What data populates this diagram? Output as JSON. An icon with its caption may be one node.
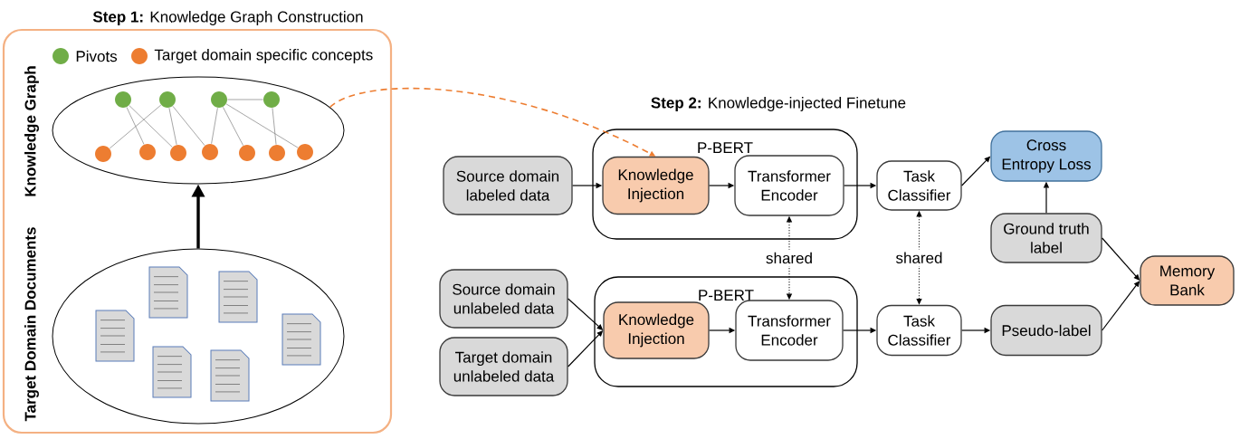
{
  "diagram": {
    "nodes": [
      {
        "text": [
          "**Step 1:** Knowledge Graph Construction"
        ]
      },
      {
        "text": [],
        "shape": "ellipse",
        "in": 0,
        "beside": [
          "Knowledge Graph"
        ]
      },
      {
        "text": [],
        "shape": "circle",
        "in": 1
      },
      {
        "text": [],
        "shape": "circle",
        "in": 1
      },
      {
        "text": [],
        "shape": "circle",
        "in": 1
      },
      {
        "text": [],
        "shape": "circle",
        "in": 1
      },
      {
        "text": [],
        "shape": "circle",
        "in": 1
      },
      {
        "text": [],
        "shape": "circle",
        "in": 1
      },
      {
        "text": [],
        "shape": "circle",
        "in": 1
      },
      {
        "text": [],
        "shape": "circle",
        "in": 1
      },
      {
        "text": [],
        "shape": "circle",
        "in": 1
      },
      {
        "text": [],
        "shape": "circle",
        "in": 1
      },
      {
        "text": [],
        "shape": "circle",
        "in": 1
      },
      {
        "text": [],
        "shape": "ellipse",
        "in": 0,
        "beside": [
          "Target Domain Documents"
        ]
      },
      {
        "text": [
          "Source domain labeled data"
        ]
      },
      {
        "text": [
          "P-BERT"
        ]
      },
      {
        "text": [
          "Knowledge Injection"
        ],
        "in": 15
      },
      {
        "text": [
          "Transformer Encoder"
        ],
        "in": 15
      },
      {
        "text": [
          "Task Classifier"
        ]
      },
      {
        "text": [
          "Cross Entropy Loss"
        ]
      },
      {
        "text": [
          "Ground truth label"
        ]
      },
      {
        "text": [
          "Memory Bank"
        ]
      },
      {
        "text": [
          "Source domain unlabeled data"
        ]
      },
      {
        "text": [
          "Target domain unlabeled data"
        ]
      },
      {
        "text": [
          "P-BERT"
        ]
      },
      {
        "text": [
          "Knowledge Injection"
        ],
        "in": 24
      },
      {
        "text": [
          "Transformer Encoder"
        ],
        "in": 24
      },
      {
        "text": [
          "Task Classifier"
        ]
      },
      {
        "text": [
          "Pseudo-label"
        ]
      }
    ],
    "edges": [
      {
        "from": 2,
        "to": 7,
        "arrow": "none",
        "color": "#7f7f7f"
      },
      {
        "from": 2,
        "to": 8,
        "arrow": "none",
        "color": "#7f7f7f"
      },
      {
        "from": 3,
        "to": 6,
        "arrow": "none",
        "color": "#7f7f7f"
      },
      {
        "from": 3,
        "to": 8,
        "arrow": "none",
        "color": "#7f7f7f"
      },
      {
        "from": 3,
        "to": 9,
        "arrow": "none",
        "color": "#7f7f7f"
      },
      {
        "from": 4,
        "to": 5,
        "arrow": "none",
        "color": "#7f7f7f"
      },
      {
        "from": 4,
        "to": 9,
        "arrow": "none",
        "color": "#7f7f7f"
      },
      {
        "from": 4,
        "to": 10,
        "arrow": "none",
        "color": "#7f7f7f"
      },
      {
        "from": 4,
        "to": 12,
        "arrow": "none",
        "color": "#7f7f7f"
      },
      {
        "from": 5,
        "to": 11,
        "arrow": "none",
        "color": "#7f7f7f"
      },
      {
        "from": 13,
        "to": 1,
        "arrow": "to",
        "style": "thick"
      },
      {
        "from": 1,
        "to": 16,
        "arrow": "to",
        "style": "dashed",
        "color": "#ed7d31"
      },
      {
        "from": 14,
        "to": 16,
        "arrow": "to"
      },
      {
        "from": 16,
        "to": 17,
        "arrow": "to"
      },
      {
        "from": 17,
        "to": 18,
        "arrow": "to"
      },
      {
        "from": 18,
        "to": 19,
        "arrow": "to"
      },
      {
        "from": 20,
        "to": 19,
        "arrow": "to"
      },
      {
        "from": 20,
        "to": 21,
        "arrow": "to"
      },
      {
        "from": 17,
        "to": 26,
        "arrow": "both",
        "style": "dashed",
        "label": "shared"
      },
      {
        "from": 18,
        "to": 27,
        "arrow": "both",
        "style": "dashed",
        "label": "shared"
      },
      {
        "from": 22,
        "to": 25,
        "arrow": "to"
      },
      {
        "from": 23,
        "to": 25,
        "arrow": "to"
      },
      {
        "from": 25,
        "to": 26,
        "arrow": "to"
      },
      {
        "from": 26,
        "to": 27,
        "arrow": "to"
      },
      {
        "from": 27,
        "to": 28,
        "arrow": "to"
      },
      {
        "from": 28,
        "to": 21,
        "arrow": "to"
      }
    ],
    "labels": [
      "**Step 2:** Knowledge-injected Finetune"
    ],
    "legend": [
      {
        "text": "Pivots",
        "color": "#70ad47"
      },
      {
        "text": "Target domain specific concepts",
        "color": "#ed7d31"
      }
    ]
  }
}
